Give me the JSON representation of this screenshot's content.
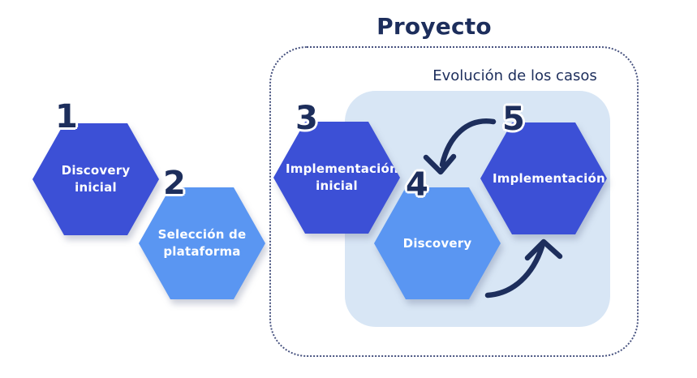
{
  "title": "Proyecto",
  "evolution_box": {
    "label": "Evolución de los casos"
  },
  "steps": [
    {
      "number": "1",
      "label": "Discovery inicial",
      "tone": "dark"
    },
    {
      "number": "2",
      "label": "Selección de plataforma",
      "tone": "light"
    },
    {
      "number": "3",
      "label": "Implementación inicial",
      "tone": "dark"
    },
    {
      "number": "4",
      "label": "Discovery",
      "tone": "light"
    },
    {
      "number": "5",
      "label": "Implementación",
      "tone": "dark"
    }
  ],
  "icons": {
    "cycle_top": "curved-arrow-pointing-down-to-discovery",
    "cycle_bottom": "curved-arrow-pointing-up-to-implementacion"
  },
  "colors": {
    "navy": "#1D2E5C",
    "royal": "#3C50D6",
    "sky": "#5A96F2",
    "panel": "#D8E6F5",
    "dotted": "#47527F",
    "label_text": "#FFFFFF",
    "bg": "#FFFFFF"
  }
}
